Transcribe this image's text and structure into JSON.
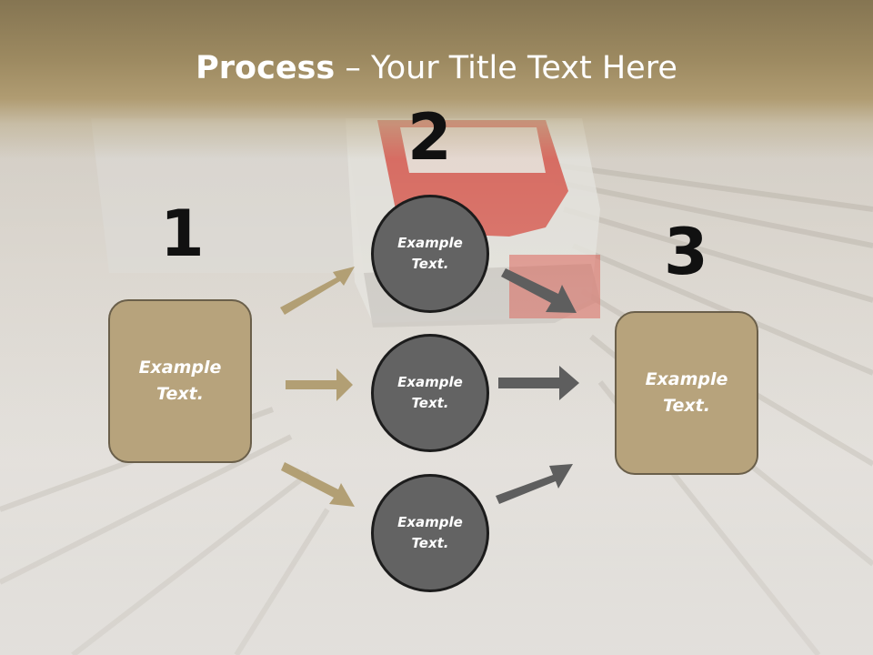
{
  "title": {
    "bold": "Process",
    "rest": " – Your Title Text Here"
  },
  "steps": {
    "one": "1",
    "two": "2",
    "three": "3"
  },
  "boxes": {
    "left": "Example Text.",
    "right": "Example Text."
  },
  "circles": {
    "top": "Example Text.",
    "middle": "Example Text.",
    "bottom": "Example Text."
  },
  "colors": {
    "band": "#9d8a61",
    "box_fill": "#b7a37c",
    "box_border": "#6a5f4a",
    "circle_fill": "#636363",
    "tan_arrow": "#b29f74",
    "gray_arrow": "#5e5e5e"
  }
}
